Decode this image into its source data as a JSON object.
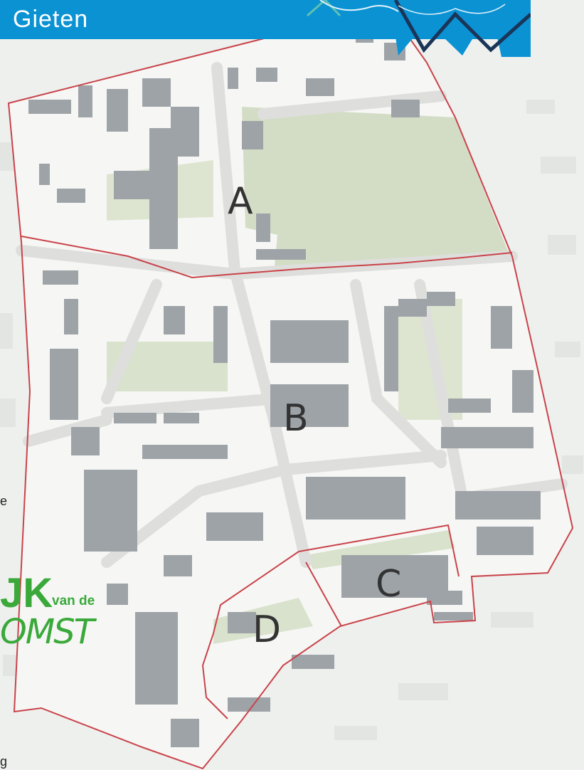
{
  "header": {
    "title": "Gieten"
  },
  "map": {
    "zones": [
      {
        "id": "A",
        "label": "A"
      },
      {
        "id": "B",
        "label": "B"
      },
      {
        "id": "C",
        "label": "C"
      },
      {
        "id": "D",
        "label": "D"
      }
    ],
    "colors": {
      "banner": "#0b92d3",
      "boundary": "#c9434a",
      "buildings": "#9ea3a7",
      "green": "#d3ddc6",
      "roads": "#dedfdd",
      "land": "#f6f7f5",
      "background": "#eef0ee"
    }
  },
  "logo": {
    "big": "JK",
    "small": "van de",
    "script": "OMST"
  },
  "side_fragments": {
    "e": "e",
    "g": "g"
  }
}
